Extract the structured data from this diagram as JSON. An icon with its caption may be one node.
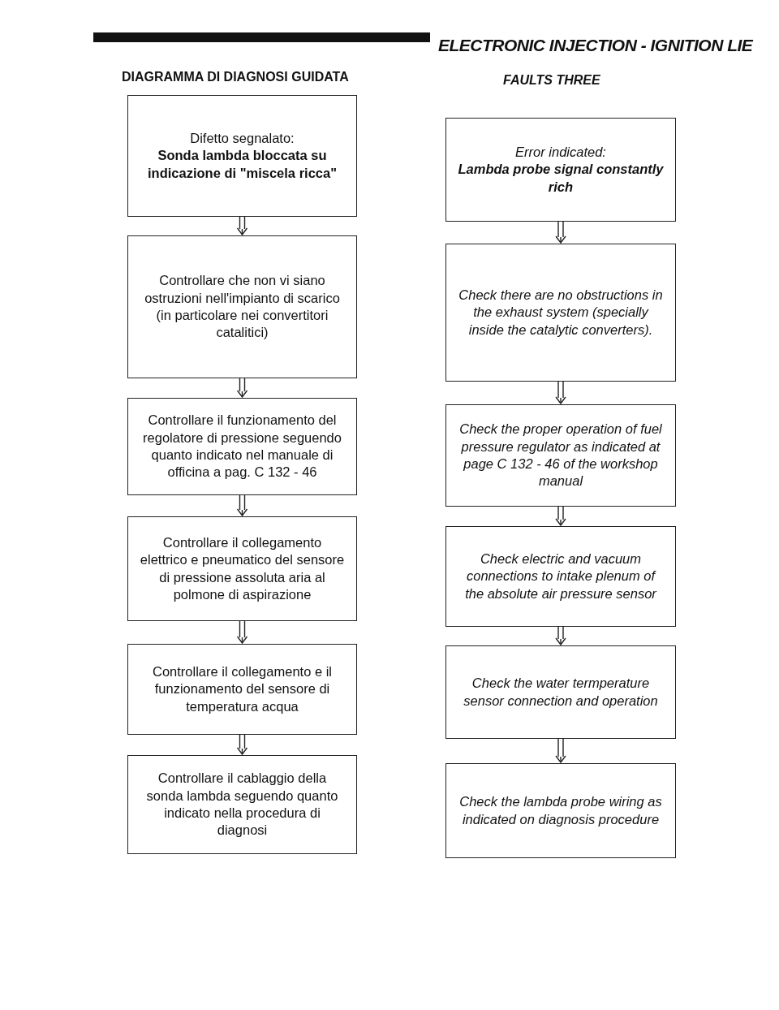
{
  "diagram": {
    "title": "DIAGRAMMA DI DIAGNOSI GUIDATA",
    "nodes": [
      {
        "text": [
          "Difetto segnalato:",
          "Sonda lambda bloccata su indicazione di \"miscela ricca\""
        ]
      },
      {
        "text": [
          "Controllare che non vi siano ostruzioni nell'impianto di scarico (in particolare nei convertitori catalitici)"
        ]
      },
      {
        "text": [
          "Controllare il funzionamento del regolatore di pressione seguendo quanto indicato nel manuale di officina a pag. C 132 - 46"
        ]
      },
      {
        "text": [
          "Controllare il collegamento elettrico e pneumatico del sensore di pressione assoluta aria al polmone di aspirazione"
        ]
      },
      {
        "text": [
          "Controllare il collegamento e il funzionamento del sensore di temperatura acqua"
        ]
      },
      {
        "text": [
          "Controllare il cablaggio della sonda lambda seguendo quanto indicato nella procedura di diagnosi"
        ]
      },
      {
        "text": [
          "Error indicated:",
          "Lambda probe signal constantly rich"
        ]
      },
      {
        "text": [
          "Check there are no obstructions in the exhaust system (specially inside the catalytic converters)."
        ]
      },
      {
        "text": [
          "Check the proper operation of fuel pressure regulator as indicated at page C 132 - 46 of the workshop manual"
        ]
      },
      {
        "text": [
          "Check electric and vacuum connections to intake plenum of the absolute air pressure sensor"
        ]
      },
      {
        "text": [
          "Check the water termperature sensor connection and operation"
        ]
      },
      {
        "text": [
          "Check the lambda probe wiring as indicated on diagnosis procedure"
        ]
      }
    ],
    "edges": [
      {
        "from": 0,
        "to": 1,
        "arrow": "to"
      },
      {
        "from": 1,
        "to": 2,
        "arrow": "to"
      },
      {
        "from": 2,
        "to": 3,
        "arrow": "to"
      },
      {
        "from": 3,
        "to": 4,
        "arrow": "to"
      },
      {
        "from": 4,
        "to": 5,
        "arrow": "to"
      },
      {
        "from": 6,
        "to": 7,
        "arrow": "to"
      },
      {
        "from": 7,
        "to": 8,
        "arrow": "to"
      },
      {
        "from": 8,
        "to": 9,
        "arrow": "to"
      },
      {
        "from": 9,
        "to": 10,
        "arrow": "to"
      },
      {
        "from": 10,
        "to": 11,
        "arrow": "to"
      }
    ],
    "labels": [
      "ELECTRONIC INJECTION - IGNITION LIE",
      "FAULTS THREE"
    ]
  }
}
